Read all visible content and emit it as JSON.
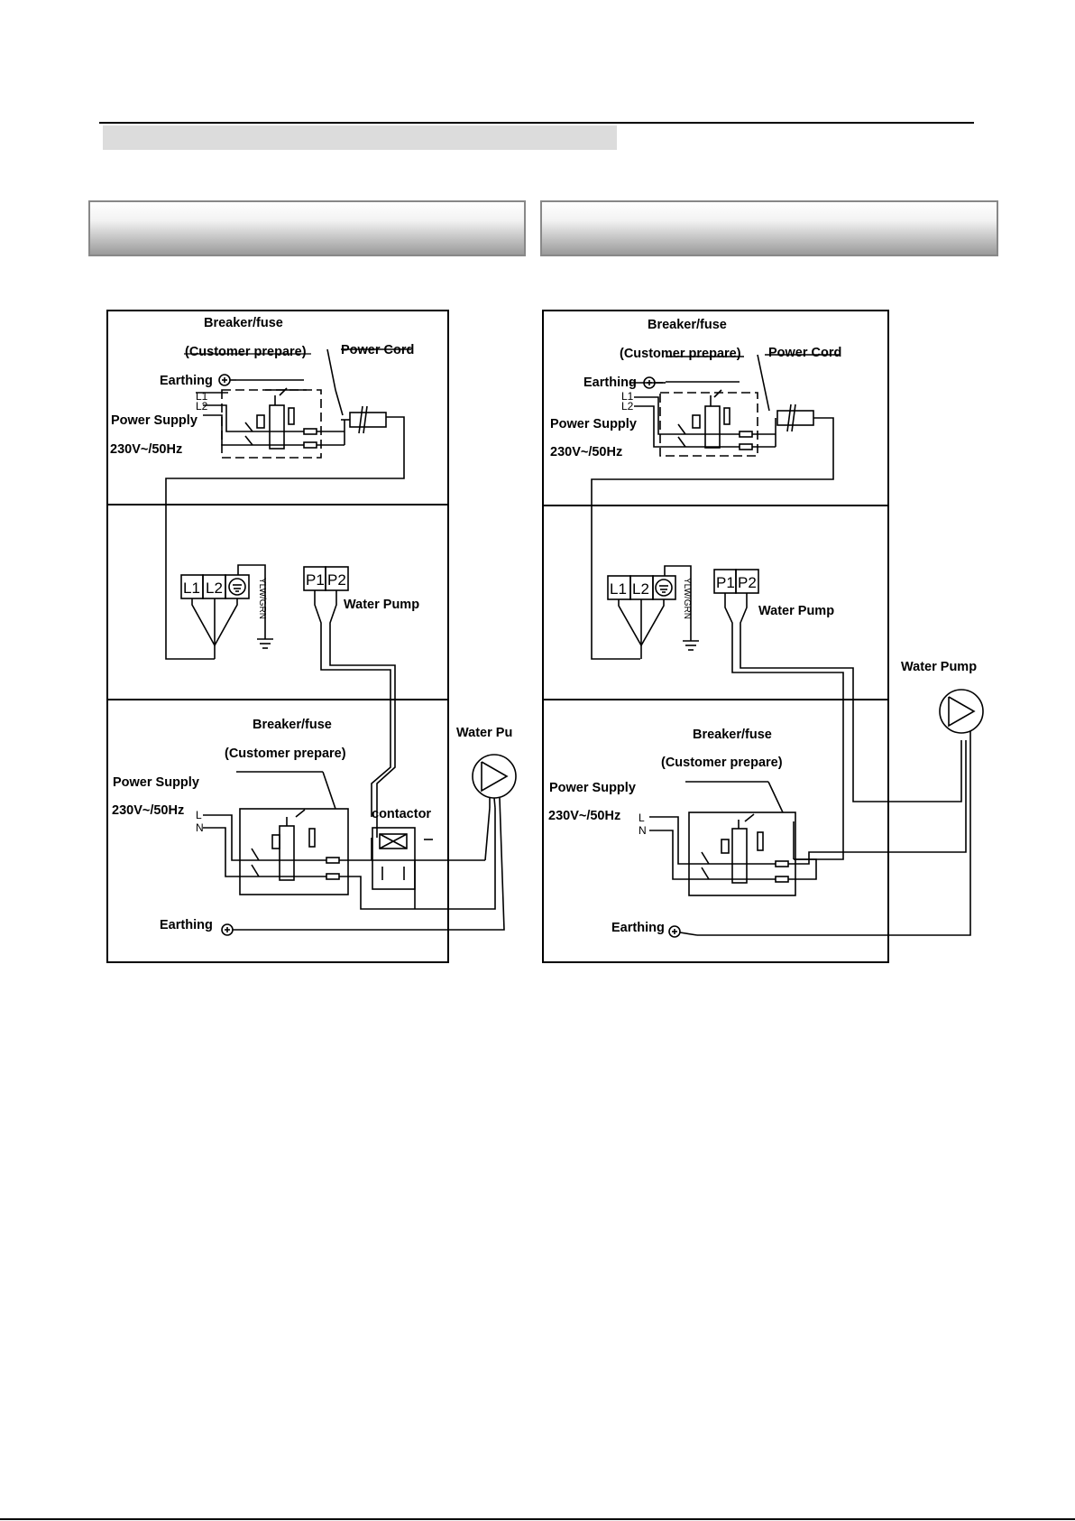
{
  "left": {
    "breaker_fuse_top": "Breaker/fuse",
    "customer_prepare_top": "(Customer prepare)",
    "power_cord": "Power Cord",
    "earthing_top": "Earthing",
    "l1_small": "L1",
    "l2_small": "L2",
    "power_supply_top": "Power Supply",
    "voltage_top": "230V~/50Hz",
    "terminal_l1": "L1",
    "terminal_l2": "L2",
    "terminal_p1": "P1",
    "terminal_p2": "P2",
    "ylw_grn": "YLW/GRN",
    "water_pump_terminal": "Water Pump",
    "water_pump_side": "Water Pu",
    "breaker_fuse_bottom": "Breaker/fuse",
    "customer_prepare_bottom": "(Customer prepare)",
    "power_supply_bottom": "Power Supply",
    "voltage_bottom": "230V~/50Hz",
    "l_label": "L",
    "n_label": "N",
    "contactor": "contactor",
    "earthing_bottom": "Earthing"
  },
  "right": {
    "breaker_fuse_top": "Breaker/fuse",
    "customer_prepare_top": "(Customer prepare)",
    "power_cord": "Power Cord",
    "earthing_top": "Earthing",
    "l1_small": "L1",
    "l2_small": "L2",
    "power_supply_top": "Power Supply",
    "voltage_top": "230V~/50Hz",
    "terminal_l1": "L1",
    "terminal_l2": "L2",
    "terminal_p1": "P1",
    "terminal_p2": "P2",
    "ylw_grn": "YLW/GRN",
    "water_pump_terminal": "Water Pump",
    "water_pump_side": "Water Pump",
    "breaker_fuse_bottom": "Breaker/fuse",
    "customer_prepare_bottom": "(Customer prepare)",
    "power_supply_bottom": "Power Supply",
    "voltage_bottom": "230V~/50Hz",
    "l_label": "L",
    "n_label": "N",
    "earthing_bottom": "Earthing"
  }
}
